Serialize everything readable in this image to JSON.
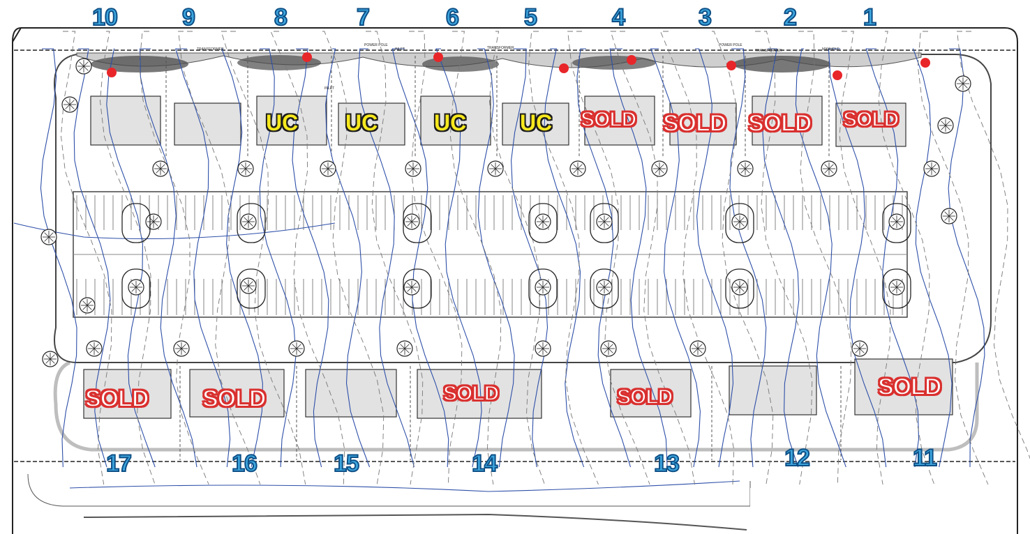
{
  "colors": {
    "lot_number": "#3ea6de",
    "sold_badge": "#d9302f",
    "uc_badge": "#f6e81d",
    "contour": "#2d4fa8",
    "red_marker": "#e8262a"
  },
  "lots_top": [
    {
      "number": "10",
      "status": ""
    },
    {
      "number": "9",
      "status": ""
    },
    {
      "number": "8",
      "status": "UC"
    },
    {
      "number": "7",
      "status": "UC"
    },
    {
      "number": "6",
      "status": "UC"
    },
    {
      "number": "5",
      "status": "UC"
    },
    {
      "number": "4",
      "status": "SOLD"
    },
    {
      "number": "3",
      "status": "SOLD"
    },
    {
      "number": "2",
      "status": "SOLD"
    },
    {
      "number": "1",
      "status": "SOLD"
    }
  ],
  "lots_bottom": [
    {
      "number": "17",
      "status": "SOLD"
    },
    {
      "number": "16",
      "status": "SOLD"
    },
    {
      "number": "15",
      "status": ""
    },
    {
      "number": "14",
      "status": "SOLD"
    },
    {
      "number": "13",
      "status": "SOLD"
    },
    {
      "number": "12",
      "status": ""
    },
    {
      "number": "11",
      "status": "SOLD"
    }
  ],
  "plan_labels": {
    "transformer_1": "TRANSFORMER",
    "transformer_2": "TRANSFORMER",
    "transformer_3": "TRANSFORMER",
    "power_pole_1": "POWER POLE",
    "power_pole_2": "POWER POLE",
    "inlet_1": "INLET",
    "inlet_2": "INLET",
    "manhole": "MANHOLE"
  }
}
